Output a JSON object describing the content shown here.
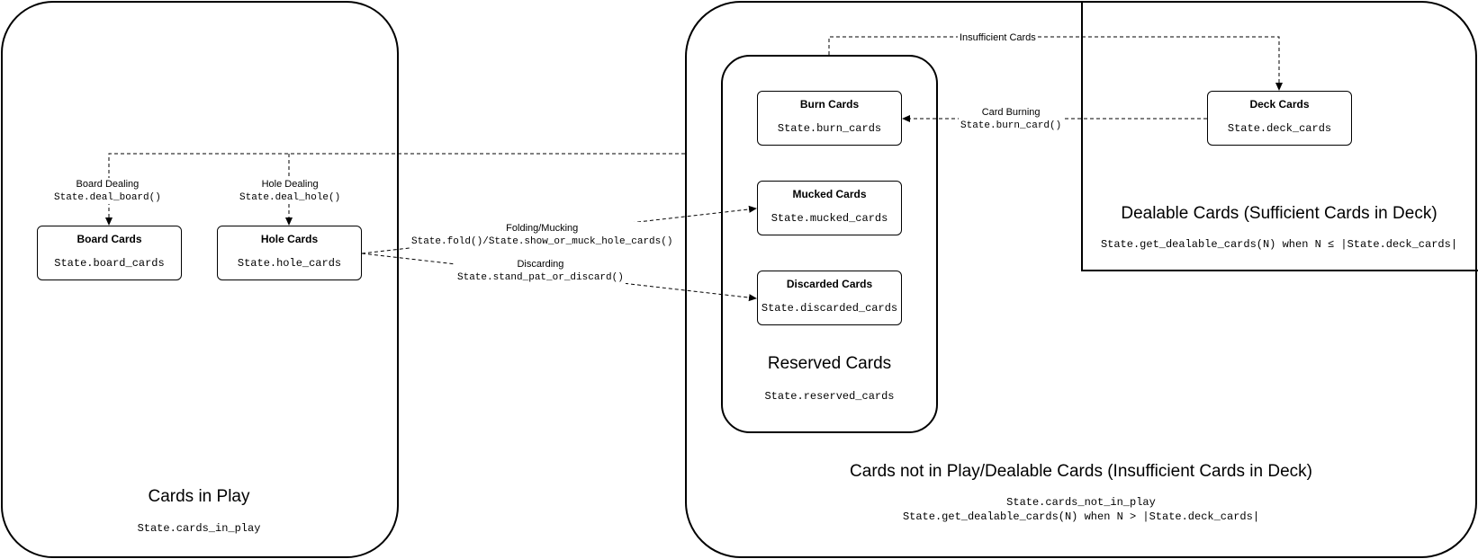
{
  "regions": {
    "in_play": {
      "title": "Cards in Play",
      "code": "State.cards_in_play"
    },
    "not_in_play": {
      "title": "Cards not in Play/Dealable Cards (Insufficient Cards in Deck)",
      "code1": "State.cards_not_in_play",
      "code2": "State.get_dealable_cards(N) when N > |State.deck_cards|"
    },
    "dealable": {
      "title": "Dealable Cards (Sufficient Cards in Deck)",
      "code": "State.get_dealable_cards(N) when N ≤ |State.deck_cards|"
    },
    "reserved": {
      "title": "Reserved Cards",
      "code": "State.reserved_cards"
    }
  },
  "boxes": {
    "board": {
      "title": "Board Cards",
      "code": "State.board_cards"
    },
    "hole": {
      "title": "Hole Cards",
      "code": "State.hole_cards"
    },
    "burn": {
      "title": "Burn Cards",
      "code": "State.burn_cards"
    },
    "mucked": {
      "title": "Mucked Cards",
      "code": "State.mucked_cards"
    },
    "discarded": {
      "title": "Discarded Cards",
      "code": "State.discarded_cards"
    },
    "deck": {
      "title": "Deck Cards",
      "code": "State.deck_cards"
    }
  },
  "edges": {
    "insufficient": {
      "label": "Insufficient Cards"
    },
    "board_dealing": {
      "label": "Board Dealing",
      "code": "State.deal_board()"
    },
    "hole_dealing": {
      "label": "Hole Dealing",
      "code": "State.deal_hole()"
    },
    "burning": {
      "label": "Card Burning",
      "code": "State.burn_card()"
    },
    "folding": {
      "label": "Folding/Mucking",
      "code": "State.fold()/State.show_or_muck_hole_cards()"
    },
    "discarding": {
      "label": "Discarding",
      "code": "State.stand_pat_or_discard()"
    }
  },
  "colors": {
    "stroke": "#000000",
    "background": "#ffffff"
  }
}
